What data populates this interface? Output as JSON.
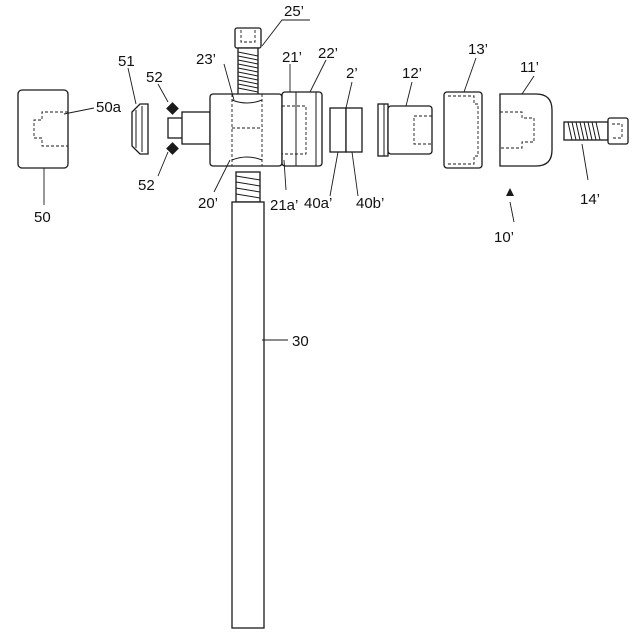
{
  "labels": {
    "p50": "50",
    "p50a": "50a",
    "p51": "51",
    "p52_top": "52",
    "p52_bottom": "52",
    "p25": "25’",
    "p23": "23’",
    "p21": "21’",
    "p22": "22’",
    "p20": "20’",
    "p21a": "21a’",
    "p40a": "40a’",
    "p40b": "40b’",
    "p2": "2’",
    "p12": "12’",
    "p13": "13’",
    "p11": "11’",
    "p14": "14’",
    "p10": "10’",
    "p30": "30"
  }
}
